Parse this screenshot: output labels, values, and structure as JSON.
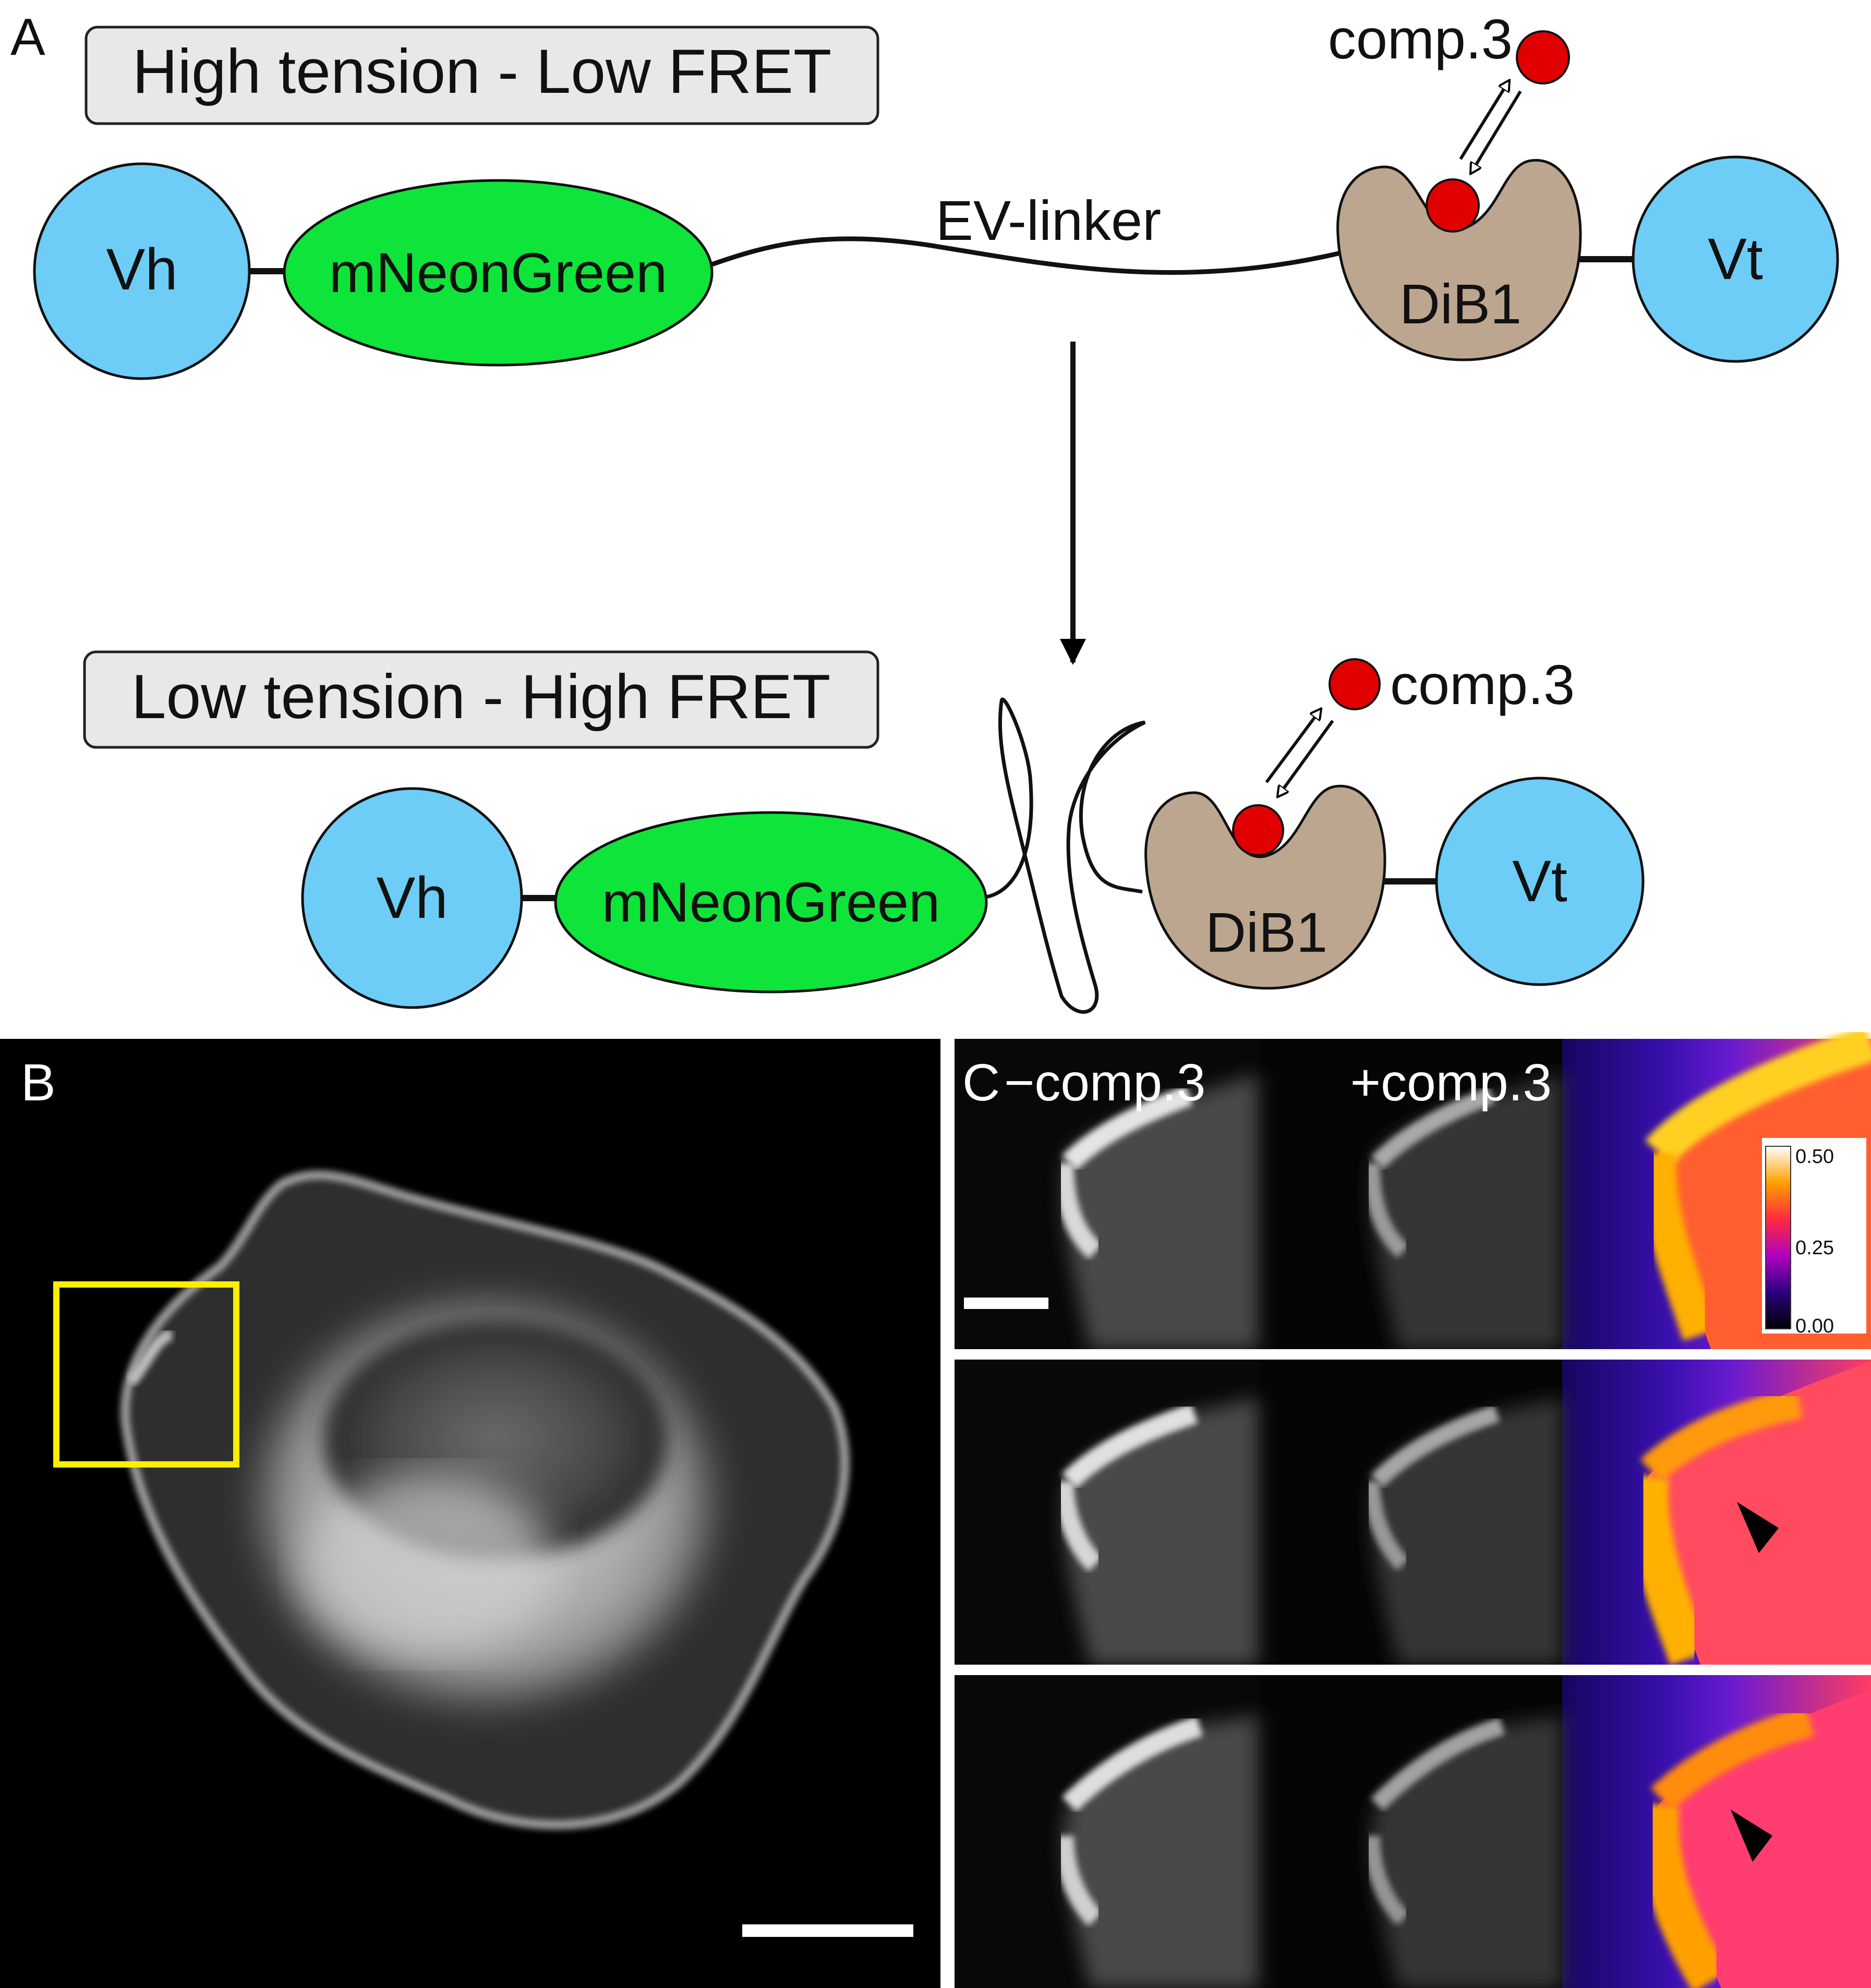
{
  "panel_a": {
    "letter": "A",
    "state_high": "High tension - Low FRET",
    "state_low": "Low tension - High FRET",
    "vh_label": "Vh",
    "fp_label": "mNeonGreen",
    "linker_label": "EV-linker",
    "dib_label": "DiB1",
    "vt_label": "Vt",
    "ligand_label": "comp.3"
  },
  "panel_b": {
    "letter": "B"
  },
  "panel_c": {
    "letter": "C",
    "col_minus": "−comp.3",
    "col_plus": "+comp.3",
    "colorbar": {
      "max": "0.50",
      "mid": "0.25",
      "min": "0.00"
    }
  },
  "colors": {
    "domain_blue": "#6dcdf6",
    "fp_green": "#0fe43a",
    "dib_tan": "#bda68f",
    "ligand_red": "#e00000",
    "label_box": "#e8e8e8",
    "roi_yellow": "#ffee00"
  },
  "icons": [
    "double-arrow-icon",
    "down-arrow-icon",
    "arrowhead-icon"
  ]
}
